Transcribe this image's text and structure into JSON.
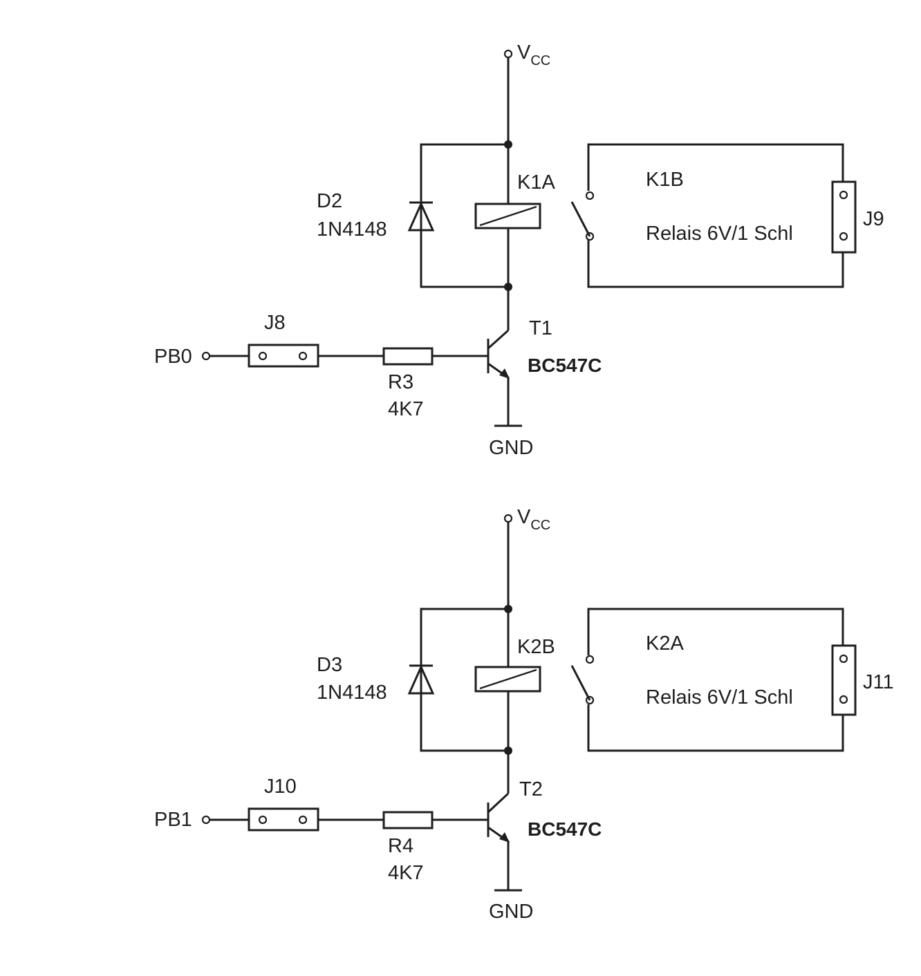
{
  "circuits": [
    {
      "supply": {
        "main": "V",
        "sub": "CC"
      },
      "ground": "GND",
      "input": "PB0",
      "jumper_in": "J8",
      "resistor": {
        "ref": "R3",
        "value": "4K7"
      },
      "transistor": {
        "ref": "T1",
        "part": "BC547C"
      },
      "diode": {
        "ref": "D2",
        "part": "1N4148"
      },
      "relay_coil": "K1A",
      "relay_contact": "K1B",
      "relay_desc": "Relais 6V/1 Schl",
      "jumper_out": "J9"
    },
    {
      "supply": {
        "main": "V",
        "sub": "CC"
      },
      "ground": "GND",
      "input": "PB1",
      "jumper_in": "J10",
      "resistor": {
        "ref": "R4",
        "value": "4K7"
      },
      "transistor": {
        "ref": "T2",
        "part": "BC547C"
      },
      "diode": {
        "ref": "D3",
        "part": "1N4148"
      },
      "relay_coil": "K2B",
      "relay_contact": "K2A",
      "relay_desc": "Relais 6V/1 Schl",
      "jumper_out": "J11"
    }
  ]
}
